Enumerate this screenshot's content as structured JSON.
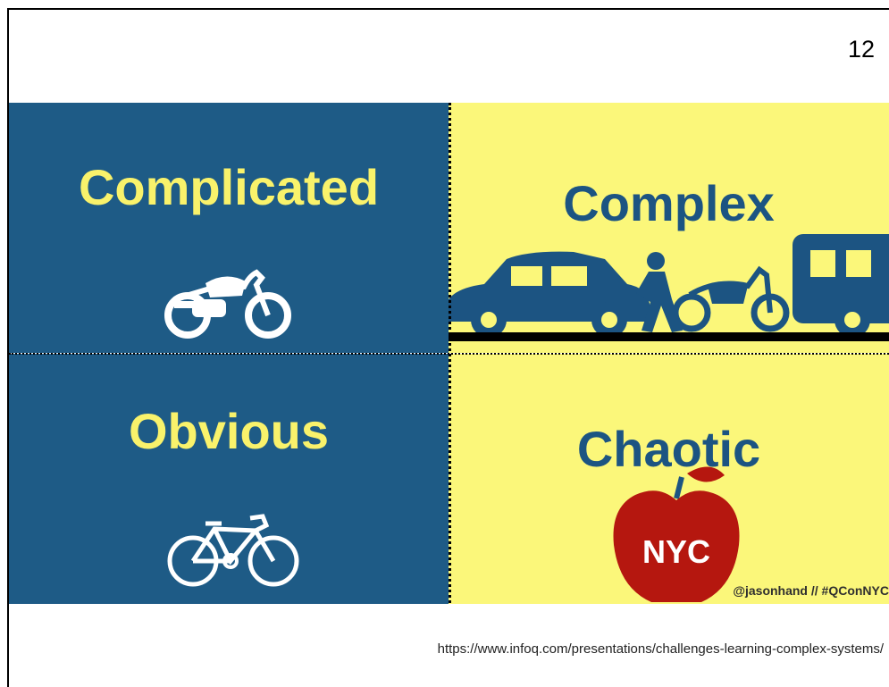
{
  "slide": {
    "page_number": "12",
    "source_url": "https://www.infoq.com/presentations/challenges-learning-complex-systems/"
  },
  "quadrants": {
    "complicated": {
      "label": "Complicated",
      "icon": "motorcycle-icon"
    },
    "complex": {
      "label": "Complex",
      "icon": "traffic-scene-icon"
    },
    "obvious": {
      "label": "Obvious",
      "icon": "bicycle-icon"
    },
    "chaotic": {
      "label": "Chaotic",
      "icon": "apple-icon",
      "icon_text": "NYC"
    }
  },
  "watermark": "@jasonhand // #QConNYC",
  "colors": {
    "blue_panel": "#1e5b86",
    "yellow_panel": "#fbf77a",
    "yellow_text": "#f9f26b",
    "blue_text": "#1c5482",
    "apple_red": "#b5170f"
  }
}
